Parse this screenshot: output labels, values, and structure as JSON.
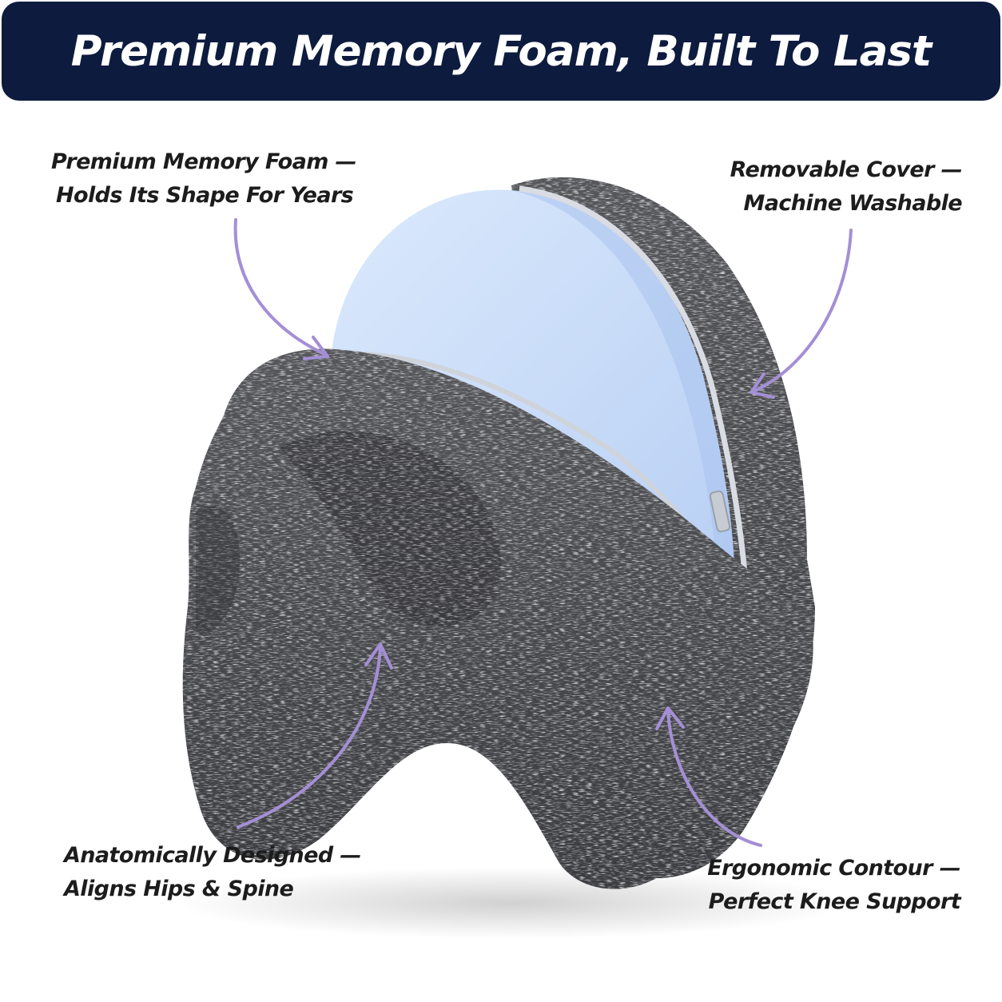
{
  "banner": {
    "title": "Premium Memory Foam, Built To Last"
  },
  "callouts": {
    "top_left": {
      "line1": "Premium Memory Foam —",
      "line2": "Holds Its Shape For Years"
    },
    "top_right": {
      "line1": "Removable Cover —",
      "line2": "Machine Washable"
    },
    "bottom_left": {
      "line1": "Anatomically Designed —",
      "line2": "Aligns Hips & Spine"
    },
    "bottom_right": {
      "line1": "Ergonomic Contour —",
      "line2": "Perfect Knee Support"
    }
  },
  "colors": {
    "banner_bg": "#0d1b3e",
    "arrow": "#a48fd6",
    "foam": "#c9defa",
    "fabric": "#4a4a4c",
    "zipper": "#d9dce2"
  },
  "icons": [
    "arrow-icon",
    "knee-pillow-image"
  ]
}
